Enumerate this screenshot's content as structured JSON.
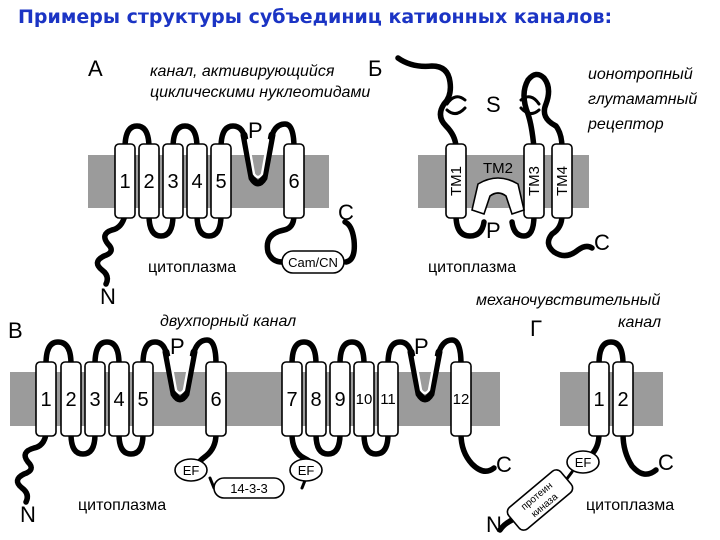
{
  "title": "Примеры структуры субъединиц катионных каналов:",
  "panelA": {
    "letter": "А",
    "caption1": "канал, активирующийся",
    "caption2": "циклическими нуклеотидами",
    "helices": [
      "1",
      "2",
      "3",
      "4",
      "5",
      "6"
    ],
    "p": "P",
    "domain": "Cam/CN",
    "c": "C",
    "n": "N",
    "cytoplasm": "цитоплазма"
  },
  "panelB": {
    "letter": "Б",
    "caption1": "ионотропный",
    "caption2": "глутаматный",
    "caption3": "рецептор",
    "s": "S",
    "tm1": "TM1",
    "tm2": "TM2",
    "tm3": "TM3",
    "tm4": "TM4",
    "p": "P",
    "c": "C",
    "cytoplasm": "цитоплазма"
  },
  "panelV": {
    "letter": "В",
    "caption": "двухпорный канал",
    "helices": [
      "1",
      "2",
      "3",
      "4",
      "5",
      "6",
      "7",
      "8",
      "9",
      "10",
      "11",
      "12"
    ],
    "p1": "P",
    "p2": "P",
    "ef1": "EF",
    "ef2": "EF",
    "linker": "14-3-3",
    "c": "C",
    "n": "N",
    "cytoplasm": "цитоплазма"
  },
  "panelG": {
    "letter": "Г",
    "caption1": "механочувствительный",
    "caption2": "канал",
    "helices": [
      "1",
      "2"
    ],
    "ef": "EF",
    "kinase1": "протеин",
    "kinase2": "киназа",
    "c": "C",
    "n": "N",
    "cytoplasm": "цитоплазма"
  }
}
